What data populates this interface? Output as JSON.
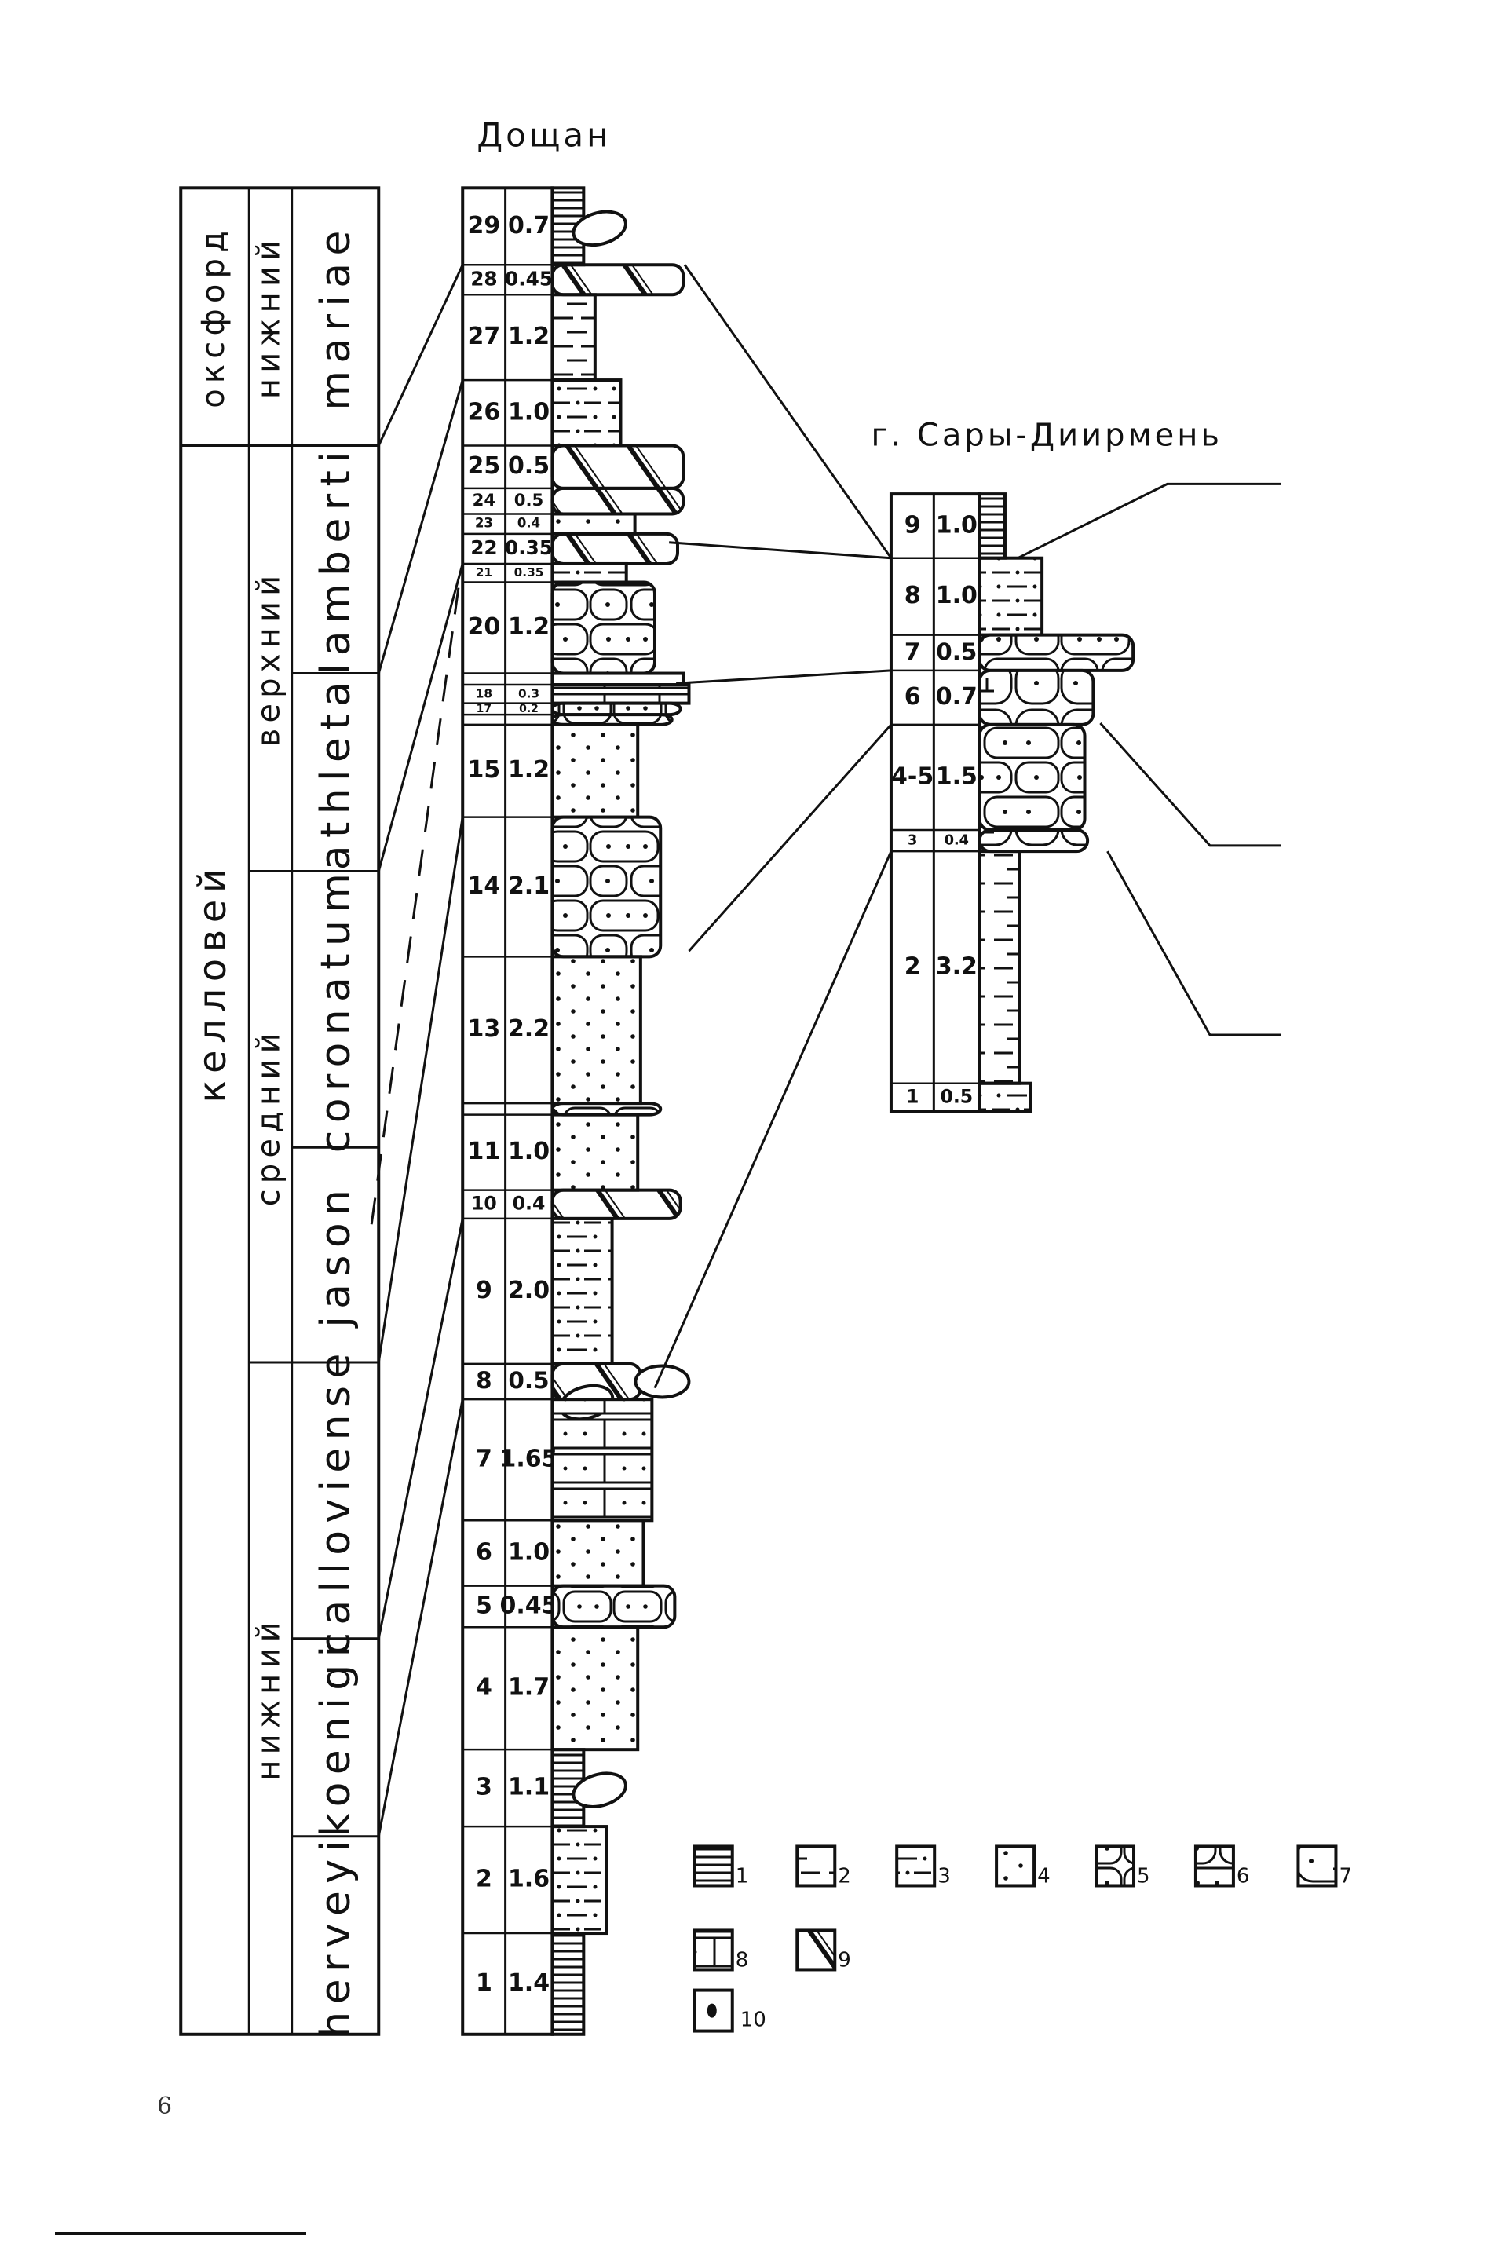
{
  "figure": {
    "type": "stratigraphic-correlation-diagram",
    "page_number": "6"
  },
  "stratigraphy": {
    "stages": [
      {
        "label": "оксфорд",
        "from_zone": "mariae",
        "to_zone": "mariae"
      },
      {
        "label": "келловей",
        "from_zone": "lamberti",
        "to_zone": "herveyi"
      }
    ],
    "substages": [
      {
        "label": "нижний",
        "stage": "оксфорд",
        "zones": [
          "mariae"
        ]
      },
      {
        "label": "верхний",
        "stage": "келловей",
        "zones": [
          "lamberti",
          "athleta"
        ]
      },
      {
        "label": "средний",
        "stage": "келловей",
        "zones": [
          "coronatum",
          "jason"
        ]
      },
      {
        "label": "нижний",
        "stage": "келловей",
        "zones": [
          "calloviense",
          "koenigi",
          "herveyi"
        ]
      }
    ],
    "zones": [
      "mariae",
      "lamberti",
      "athleta",
      "coronatum",
      "jason",
      "calloviense",
      "koenigi",
      "herveyi"
    ]
  },
  "sections": [
    {
      "id": "doshchan",
      "title": "Дощан",
      "beds": [
        {
          "no": "29",
          "thickness": "0.7",
          "lithology": 1,
          "extra": "concretion"
        },
        {
          "no": "28",
          "thickness": "0.45",
          "lithology": 9
        },
        {
          "no": "27",
          "thickness": "1.2",
          "lithology": 2
        },
        {
          "no": "26",
          "thickness": "1.0",
          "lithology": 3
        },
        {
          "no": "25",
          "thickness": "0.5",
          "lithology": 9
        },
        {
          "no": "24",
          "thickness": "0.5",
          "lithology": 9
        },
        {
          "no": "23",
          "thickness": "0.4",
          "lithology": 4
        },
        {
          "no": "22",
          "thickness": "0.35",
          "lithology": 9
        },
        {
          "no": "21",
          "thickness": "0.35",
          "lithology": 3
        },
        {
          "no": "20",
          "thickness": "1.2",
          "lithology": 6
        },
        {
          "no": "",
          "thickness": "",
          "lithology": 3
        },
        {
          "no": "18",
          "thickness": "0.3",
          "lithology": 8
        },
        {
          "no": "17",
          "thickness": "0.2",
          "lithology": 5
        },
        {
          "no": "",
          "thickness": "",
          "lithology": 5
        },
        {
          "no": "15",
          "thickness": "1.2",
          "lithology": 4
        },
        {
          "no": "14",
          "thickness": "2.1",
          "lithology": 6
        },
        {
          "no": "13",
          "thickness": "2.2",
          "lithology": 4
        },
        {
          "no": "",
          "thickness": "",
          "lithology": 5
        },
        {
          "no": "11",
          "thickness": "1.0",
          "lithology": 4
        },
        {
          "no": "10",
          "thickness": "0.4",
          "lithology": 9
        },
        {
          "no": "9",
          "thickness": "2.0",
          "lithology": 3
        },
        {
          "no": "8",
          "thickness": "0.5",
          "lithology": 9,
          "extra": "concretions"
        },
        {
          "no": "7",
          "thickness": "1.65",
          "lithology": 8
        },
        {
          "no": "6",
          "thickness": "1.0",
          "lithology": 4
        },
        {
          "no": "5",
          "thickness": "0.45",
          "lithology": 5
        },
        {
          "no": "4",
          "thickness": "1.7",
          "lithology": 4
        },
        {
          "no": "3",
          "thickness": "1.1",
          "lithology": 1,
          "extra": "concretion"
        },
        {
          "no": "2",
          "thickness": "1.6",
          "lithology": 3
        },
        {
          "no": "1",
          "thickness": "1.4",
          "lithology": 1
        }
      ]
    },
    {
      "id": "sary-diirmen",
      "title": "г. Сары-Диирмень",
      "beds": [
        {
          "no": "9",
          "thickness": "1.0",
          "lithology": 1
        },
        {
          "no": "8",
          "thickness": "1.0",
          "lithology": 3
        },
        {
          "no": "7",
          "thickness": "0.5",
          "lithology": 6
        },
        {
          "no": "6",
          "thickness": "0.7",
          "lithology": 7
        },
        {
          "no": "4-5",
          "thickness": "1.5",
          "lithology": 6
        },
        {
          "no": "3",
          "thickness": "0.4",
          "lithology": 7
        },
        {
          "no": "2",
          "thickness": "3.2",
          "lithology": 2
        },
        {
          "no": "1",
          "thickness": "0.5",
          "lithology": 3
        }
      ]
    }
  ],
  "legend": [
    {
      "id": 1,
      "label": "1",
      "pattern": "clay-laminated"
    },
    {
      "id": 2,
      "label": "2",
      "pattern": "clay-silty"
    },
    {
      "id": 3,
      "label": "3",
      "pattern": "siltstone-sandy"
    },
    {
      "id": 4,
      "label": "4",
      "pattern": "sand"
    },
    {
      "id": 5,
      "label": "5",
      "pattern": "sandstone-concretionary"
    },
    {
      "id": 6,
      "label": "6",
      "pattern": "sandstone-nodular"
    },
    {
      "id": 7,
      "label": "7",
      "pattern": "sandstone-with-fossils"
    },
    {
      "id": 8,
      "label": "8",
      "pattern": "sandstone-bedded"
    },
    {
      "id": 9,
      "label": "9",
      "pattern": "hardground"
    },
    {
      "id": 10,
      "label": "10",
      "pattern": "phosphorite-nodule"
    }
  ]
}
